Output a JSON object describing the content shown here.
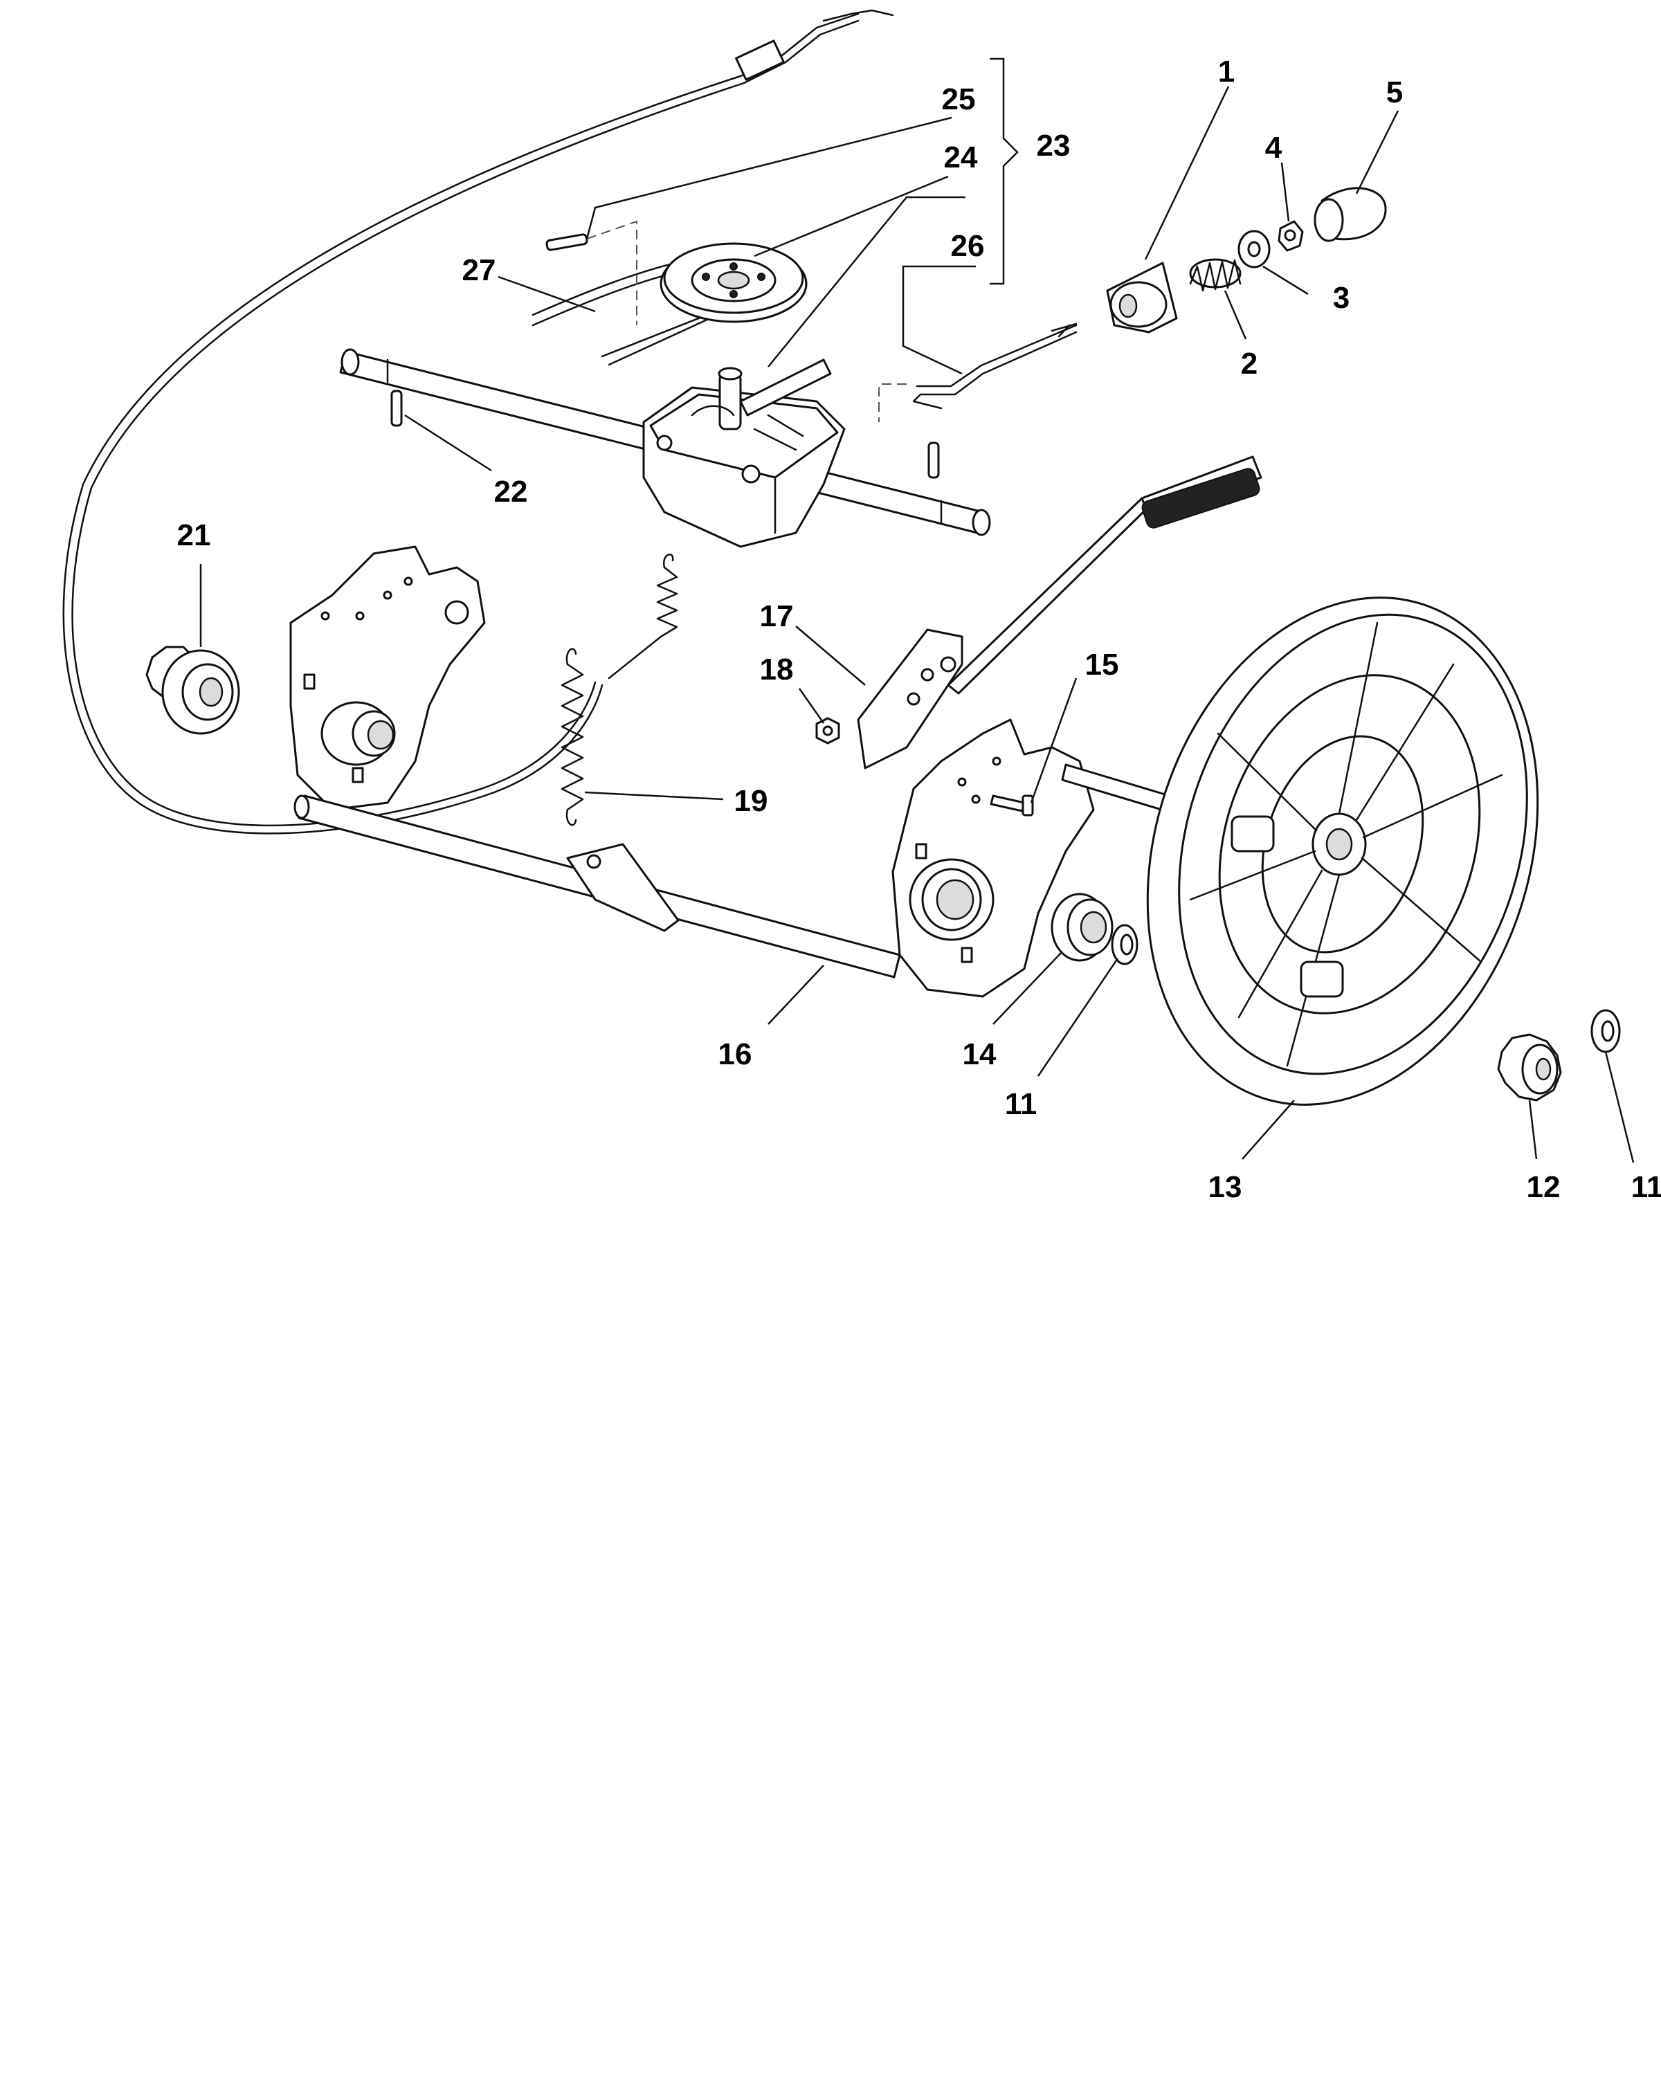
{
  "callouts": [
    {
      "id": "p1",
      "label": "1"
    },
    {
      "id": "p2",
      "label": "2"
    },
    {
      "id": "p3",
      "label": "3"
    },
    {
      "id": "p4",
      "label": "4"
    },
    {
      "id": "p5",
      "label": "5"
    },
    {
      "id": "p11a",
      "label": "11"
    },
    {
      "id": "p11b",
      "label": "11"
    },
    {
      "id": "p12",
      "label": "12"
    },
    {
      "id": "p13",
      "label": "13"
    },
    {
      "id": "p14",
      "label": "14"
    },
    {
      "id": "p15",
      "label": "15"
    },
    {
      "id": "p16",
      "label": "16"
    },
    {
      "id": "p17",
      "label": "17"
    },
    {
      "id": "p18",
      "label": "18"
    },
    {
      "id": "p19",
      "label": "19"
    },
    {
      "id": "p21",
      "label": "21"
    },
    {
      "id": "p22",
      "label": "22"
    },
    {
      "id": "p23",
      "label": "23"
    },
    {
      "id": "p24",
      "label": "24"
    },
    {
      "id": "p25",
      "label": "25"
    },
    {
      "id": "p26",
      "label": "26"
    },
    {
      "id": "p27",
      "label": "27"
    }
  ]
}
